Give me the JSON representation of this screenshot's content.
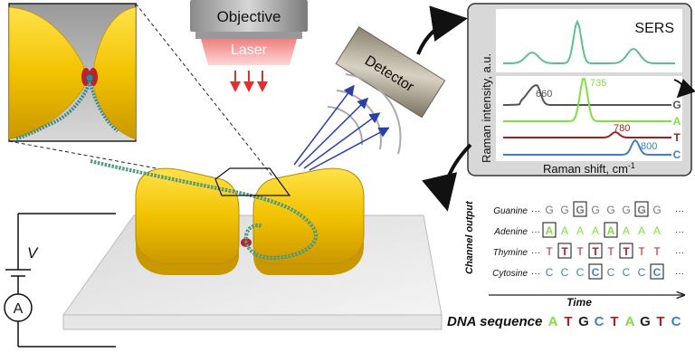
{
  "objective": {
    "label": "Objective"
  },
  "laser": {
    "label": "Laser"
  },
  "detector": {
    "label": "Detector"
  },
  "circuit": {
    "voltage_label": "V",
    "ammeter_label": "A"
  },
  "spectrum_panel": {
    "sers_label": "SERS",
    "y_axis_label": "Raman intensity, a.u.",
    "x_axis_label": "Raman shift, cm",
    "x_axis_superscript": "-1",
    "traces": [
      {
        "base": "G",
        "peak": "660",
        "color": "#555555"
      },
      {
        "base": "A",
        "peak": "735",
        "color": "#7ee040"
      },
      {
        "base": "T",
        "peak": "780",
        "color": "#a02020"
      },
      {
        "base": "C",
        "peak": "800",
        "color": "#3f7fc0"
      }
    ],
    "sers_color": "#5dc08f"
  },
  "channel_output": {
    "axis_label": "Channel output",
    "time_label": "Time",
    "rows": [
      {
        "name": "Guanine",
        "color": "#777777",
        "symbols": [
          "G",
          "G",
          "G",
          "G",
          "G",
          "G",
          "G",
          "G"
        ],
        "boxed": [
          2,
          6
        ]
      },
      {
        "name": "Adenine",
        "color": "#7ee040",
        "symbols": [
          "A",
          "A",
          "A",
          "A",
          "A",
          "A",
          "A",
          "A"
        ],
        "boxed": [
          0,
          4
        ]
      },
      {
        "name": "Thymine",
        "color": "#b02020",
        "symbols": [
          "T",
          "T",
          "T",
          "T",
          "T",
          "T",
          "T",
          "T"
        ],
        "boxed": [
          1,
          3,
          5
        ]
      },
      {
        "name": "Cytosine",
        "color": "#3f7fc0",
        "symbols": [
          "C",
          "C",
          "C",
          "C",
          "C",
          "C",
          "C",
          "C"
        ],
        "boxed": [
          3,
          7
        ]
      }
    ],
    "ellipsis": "···"
  },
  "dna_sequence": {
    "label": "DNA sequence",
    "bases": [
      {
        "letter": "A",
        "color": "#7ee040"
      },
      {
        "letter": "T",
        "color": "#b02020"
      },
      {
        "letter": "G",
        "color": "#222222"
      },
      {
        "letter": "C",
        "color": "#3f7fc0"
      },
      {
        "letter": "T",
        "color": "#b02020"
      },
      {
        "letter": "A",
        "color": "#7ee040"
      },
      {
        "letter": "G",
        "color": "#222222"
      },
      {
        "letter": "T",
        "color": "#b02020"
      },
      {
        "letter": "C",
        "color": "#3f7fc0"
      }
    ]
  },
  "colors": {
    "gold": "#f2c200",
    "gold_dark": "#c79800",
    "arrow_blue": "#2a3fa8",
    "laser_red": "#e03030"
  }
}
